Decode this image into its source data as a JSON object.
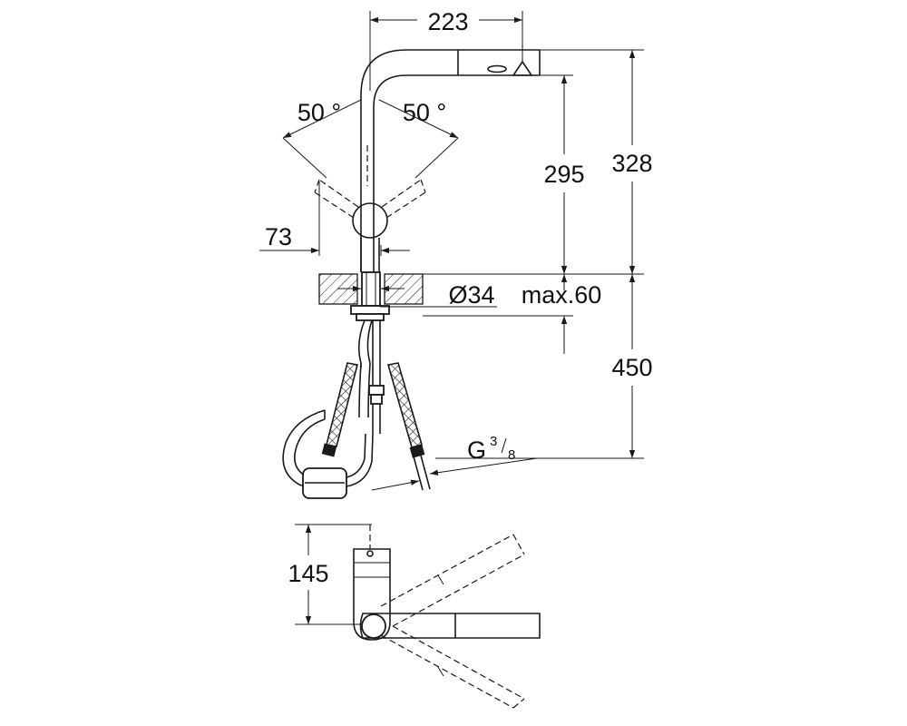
{
  "dimensions": {
    "spout_reach": "223",
    "height_to_outlet": "295",
    "total_height": "328",
    "swivel_angle_left": "50 °",
    "swivel_angle_right": "50 °",
    "lever_clearance": "73",
    "hole_diameter": "Ø34",
    "max_deck_thickness": "max.60",
    "hose_length": "450",
    "connection_thread_prefix": "G",
    "connection_thread_numerator": "3",
    "connection_thread_denominator": "8",
    "base_to_lever_depth": "145"
  }
}
